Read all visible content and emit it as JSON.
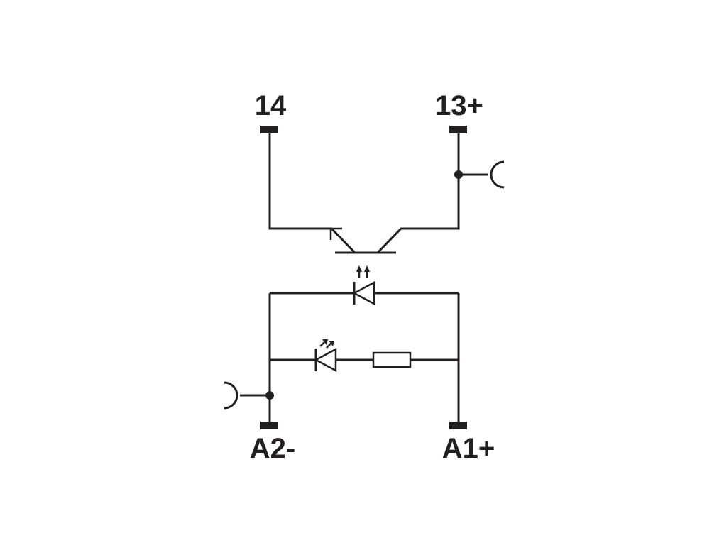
{
  "terminals": {
    "t14": "14",
    "t13": "13+",
    "a2": "A2-",
    "a1": "A1+"
  },
  "colors": {
    "ink": "#231f20",
    "background": "#ffffff"
  }
}
